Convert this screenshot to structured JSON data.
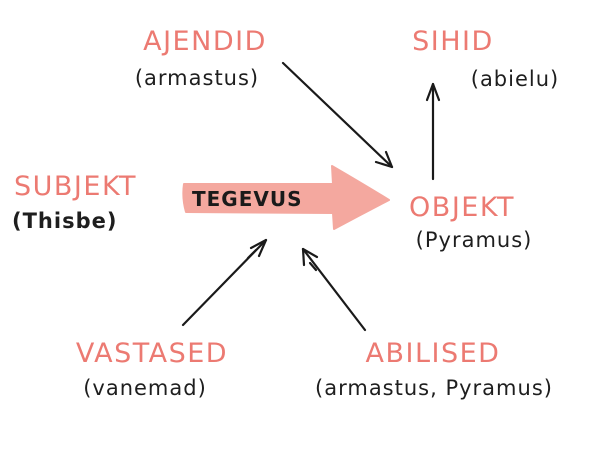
{
  "nodes": {
    "helper": {
      "role": "AJENDID",
      "entity": "(armastus)"
    },
    "goal": {
      "role": "SIHID",
      "entity": "(abielu)"
    },
    "subject": {
      "role": "SUBJEKT",
      "entity": "(Thisbe)"
    },
    "object": {
      "role": "OBJEKT",
      "entity": "(Pyramus)"
    },
    "opponents": {
      "role": "VASTASED",
      "entity": "(vanemad)"
    },
    "allies": {
      "role": "ABILISED",
      "entity": "(armastus, Pyramus)"
    }
  },
  "action": {
    "label": "TEGEVUS"
  },
  "colors": {
    "role_text": "#ec7a72",
    "entity_text": "#1e1e1e",
    "action_arrow": "#f4a89f",
    "connector": "#1a1a1a"
  }
}
